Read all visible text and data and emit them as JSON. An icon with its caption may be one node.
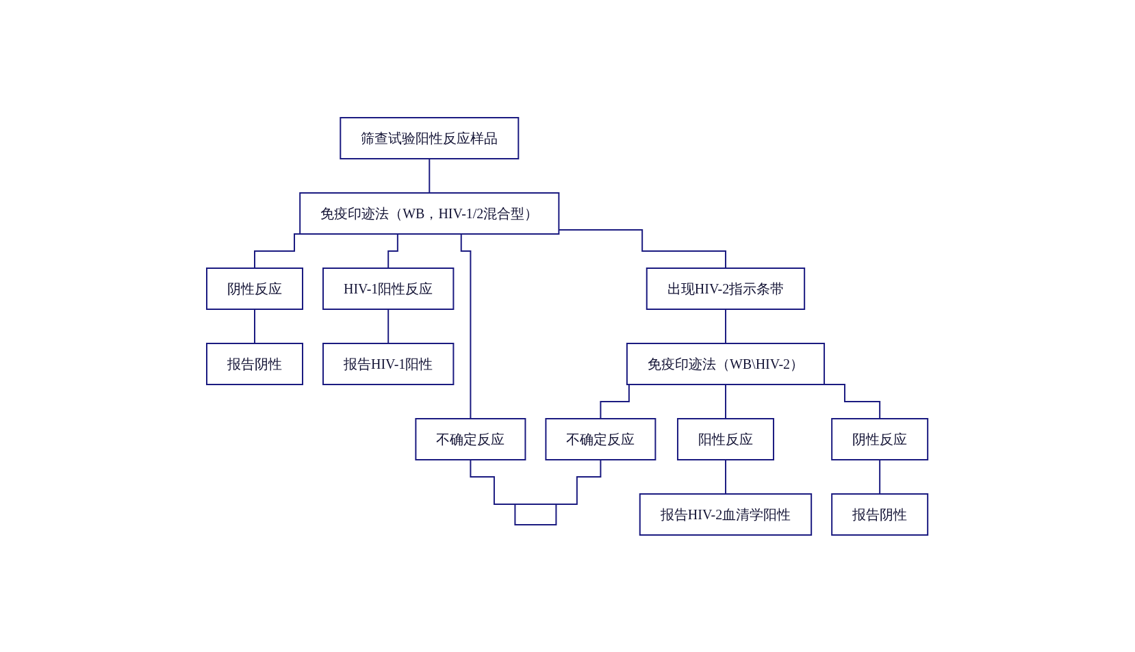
{
  "diagram": {
    "nodes": [
      {
        "text": [
          "筛查试验阳性反应样品"
        ]
      },
      {
        "text": [
          "免疫印迹法（WB，HIV-1/2混合型）"
        ]
      },
      {
        "text": [
          "阴性反应"
        ]
      },
      {
        "text": [
          "HIV-1阳性反应"
        ]
      },
      {
        "text": [
          "不确定反应"
        ]
      },
      {
        "text": [
          "出现HIV-2指示条带"
        ]
      },
      {
        "text": [
          "报告阴性"
        ]
      },
      {
        "text": [
          "报告HIV-1阳性"
        ]
      },
      {
        "text": [
          "免疫印迹法（WB\\HIV-2）"
        ]
      },
      {
        "text": [
          "阳性反应"
        ]
      },
      {
        "text": [
          "阴性反应"
        ]
      },
      {
        "text": [
          "报告HIV-2血清学阳性"
        ]
      },
      {
        "text": [
          "不确定反应"
        ]
      },
      {
        "text": [
          "报告阴性"
        ]
      },
      {
        "text": [],
        "shape": "box"
      }
    ],
    "edges": [
      {
        "from": 0,
        "to": 1,
        "arrow": "none"
      },
      {
        "from": 1,
        "to": 2,
        "arrow": "none"
      },
      {
        "from": 1,
        "to": 3,
        "arrow": "none"
      },
      {
        "from": 1,
        "to": 4,
        "arrow": "none"
      },
      {
        "from": 1,
        "to": 5,
        "arrow": "none"
      },
      {
        "from": 2,
        "to": 6,
        "arrow": "none"
      },
      {
        "from": 3,
        "to": 7,
        "arrow": "none"
      },
      {
        "from": 5,
        "to": 8,
        "arrow": "none"
      },
      {
        "from": 8,
        "to": 9,
        "arrow": "none"
      },
      {
        "from": 8,
        "to": 12,
        "arrow": "none"
      },
      {
        "from": 8,
        "to": 10,
        "arrow": "none"
      },
      {
        "from": 9,
        "to": 11,
        "arrow": "none"
      },
      {
        "from": 10,
        "to": 13,
        "arrow": "none"
      },
      {
        "from": 4,
        "to": 14,
        "arrow": "none"
      },
      {
        "from": 12,
        "to": 14,
        "arrow": "none"
      }
    ]
  }
}
